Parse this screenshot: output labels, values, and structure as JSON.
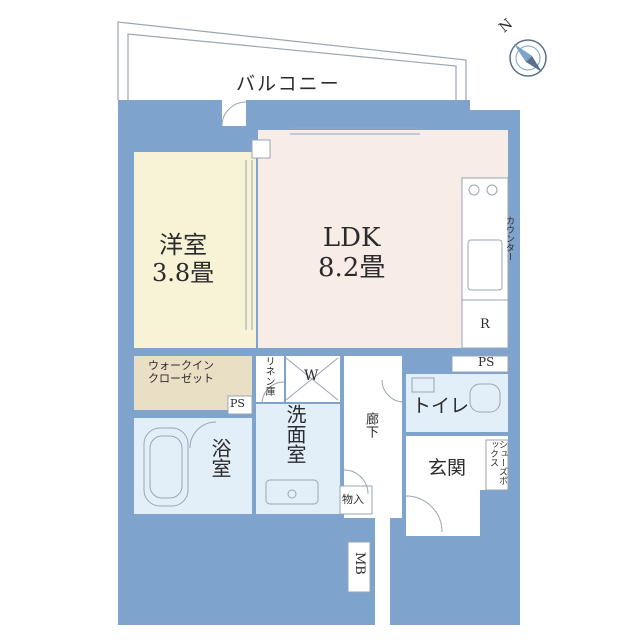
{
  "colors": {
    "wall": "#7ea3cc",
    "ldk": "#f7ece6",
    "western_room": "#f8f2d6",
    "closet": "#e9dfc4",
    "wet_area": "#e3eff8",
    "floor_plain": "#ffffff",
    "line": "#9aa5b3"
  },
  "rooms": {
    "balcony": "バルコニー",
    "ldk_name": "LDK",
    "ldk_size": "8.2畳",
    "western_name": "洋室",
    "western_size": "3.8畳",
    "walkin_line1": "ウォークイン",
    "walkin_line2": "クローゼット",
    "ps_a": "PS",
    "ps_b": "PS",
    "linen": "リネン庫",
    "washer": "W",
    "washroom": "洗面室",
    "bath": "浴室",
    "corridor": "廊下",
    "toilet": "トイレ",
    "shoebox": "シューズボックス",
    "entrance": "玄関",
    "storage": "物入",
    "mb": "MB",
    "counter": "カウンター",
    "fridge": "R"
  },
  "compass": {
    "label": "N",
    "icon": "north-compass-icon"
  }
}
